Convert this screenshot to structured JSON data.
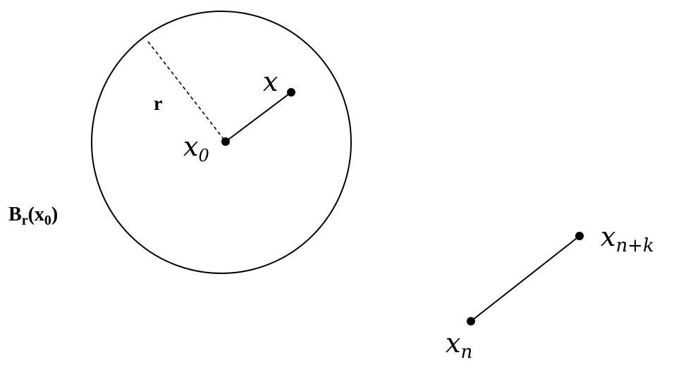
{
  "ball": {
    "radius_label": "r",
    "name_label": {
      "main": "B",
      "sub": "r",
      "open": "(",
      "arg_main": "x",
      "arg_sub": "0",
      "close": ")"
    }
  },
  "points": {
    "center": {
      "main": "x",
      "sub": "0"
    },
    "inner": {
      "main": "x",
      "sub": ""
    },
    "seq_n": {
      "main": "x",
      "sub": "n"
    },
    "seq_nk": {
      "main": "x",
      "sub": "n+k"
    }
  },
  "colors": {
    "stroke": "#000000",
    "background": "#ffffff"
  }
}
